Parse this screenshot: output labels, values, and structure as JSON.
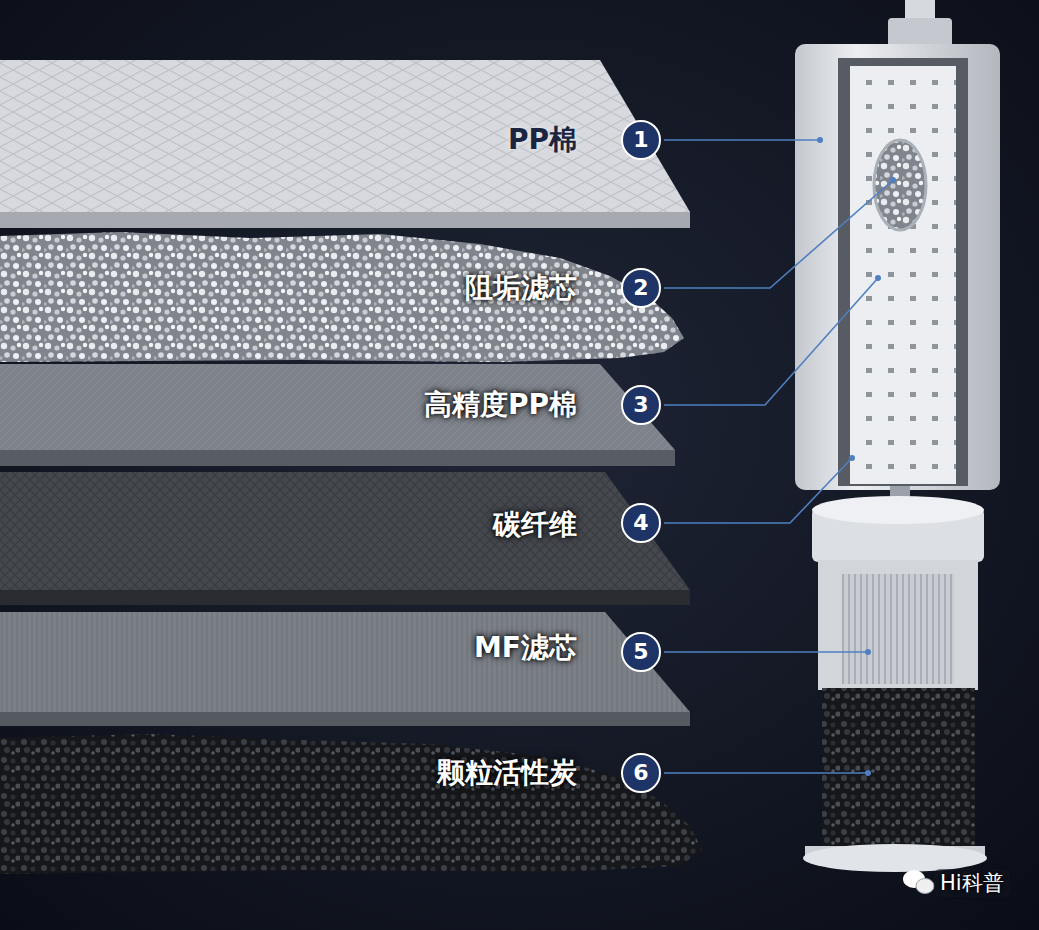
{
  "diagram": {
    "nodes": [
      {
        "text": [
          "1"
        ]
      },
      {
        "text": [
          "2"
        ]
      },
      {
        "text": [
          "3"
        ]
      },
      {
        "text": [
          "4"
        ]
      },
      {
        "text": [
          "5"
        ]
      },
      {
        "text": [
          "6"
        ]
      }
    ],
    "labels": [
      "PP棉",
      "阻垢滤芯",
      "高精度PP棉",
      "碳纤维",
      "MF滤芯",
      "颗粒活性炭",
      "Hi科普"
    ]
  }
}
